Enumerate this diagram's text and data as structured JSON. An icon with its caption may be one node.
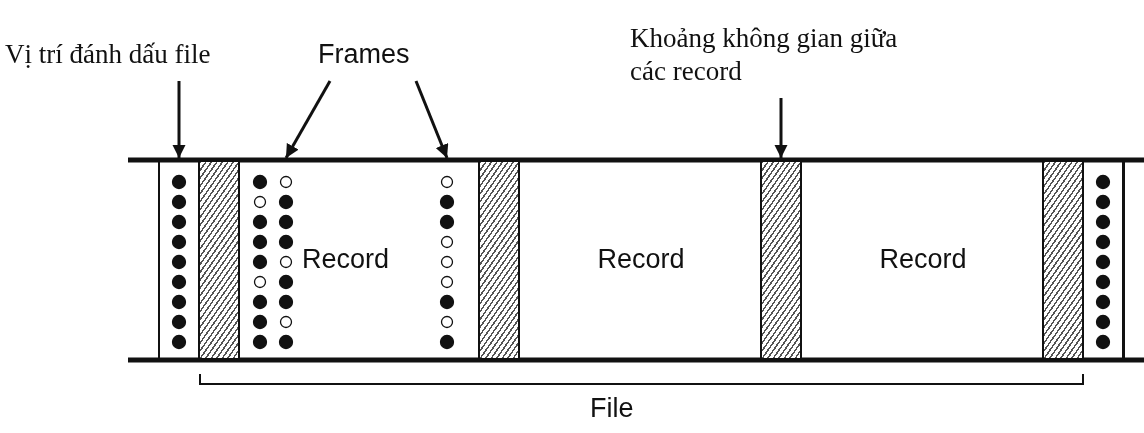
{
  "diagram": {
    "nodes": [
      {
        "text": [
          "Vị trí đánh dấu file"
        ]
      },
      {
        "text": [
          "Frames"
        ]
      },
      {
        "text": [
          "Khoảng không gian giữa các record"
        ]
      },
      {
        "text": [],
        "shape": "bar"
      },
      {
        "text": [],
        "shape": "box"
      },
      {
        "text": [
          "Record"
        ]
      },
      {
        "text": [],
        "shape": "bar",
        "in": 5
      },
      {
        "text": [],
        "shape": "bar",
        "in": 5
      },
      {
        "text": [],
        "shape": "bar",
        "in": 5
      },
      {
        "text": [],
        "shape": "box"
      },
      {
        "text": [
          "Record"
        ]
      },
      {
        "text": [],
        "shape": "box"
      },
      {
        "text": [
          "Record"
        ]
      },
      {
        "text": [],
        "shape": "box"
      },
      {
        "text": [],
        "shape": "bar"
      }
    ],
    "edges": [
      {
        "from": 0,
        "to": 3,
        "arrow": "to"
      },
      {
        "from": 1,
        "to": 7,
        "arrow": "to"
      },
      {
        "from": 1,
        "to": 8,
        "arrow": "to"
      },
      {
        "from": 2,
        "to": 11,
        "arrow": "to"
      }
    ],
    "labels": [
      "File"
    ]
  }
}
